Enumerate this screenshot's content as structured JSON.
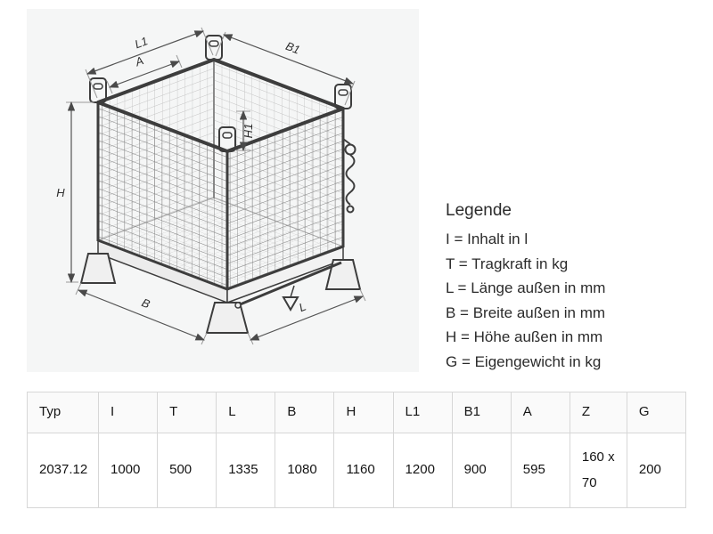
{
  "legend": {
    "title": "Legende",
    "items": [
      "I = Inhalt in l",
      "T = Tragkraft in kg",
      "L = Länge außen in mm",
      "B = Breite außen in mm",
      "H = Höhe außen in mm",
      "G = Eigengewicht in kg"
    ]
  },
  "diagram": {
    "description": "Isometric line drawing of a wire-mesh stacking container with lifting lugs, pallet feet and release chain",
    "labels": {
      "l1": "L1",
      "a": "A",
      "b1": "B1",
      "h1": "H1",
      "h": "H",
      "b": "B",
      "l": "L"
    }
  },
  "table": {
    "headers": [
      "Typ",
      "I",
      "T",
      "L",
      "B",
      "H",
      "L1",
      "B1",
      "A",
      "Z",
      "G"
    ],
    "row": [
      "2037.12",
      "1000",
      "500",
      "1335",
      "1080",
      "1160",
      "1200",
      "900",
      "595",
      "160 x 70",
      "200"
    ]
  },
  "colors": {
    "drawing_background": "#f5f6f6",
    "line_art": "#3d3d3d",
    "table_border": "#d7d7d7"
  }
}
